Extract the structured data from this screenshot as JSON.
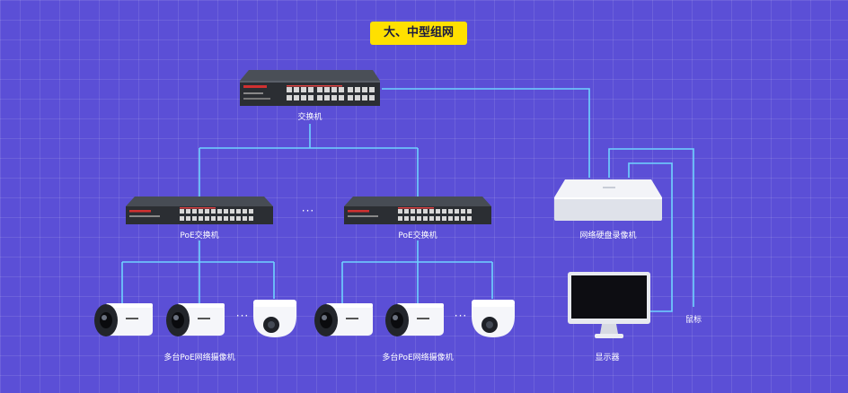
{
  "title": "大、中型组网",
  "core_switch": {
    "label": "交换机"
  },
  "poe_switches": [
    {
      "label": "PoE交换机"
    },
    {
      "label": "PoE交换机"
    }
  ],
  "nvr": {
    "label": "网络硬盘录像机"
  },
  "monitor": {
    "label": "显示器"
  },
  "mouse": {
    "label": "鼠标"
  },
  "camera_groups": [
    {
      "label": "多台PoE网络摄像机"
    },
    {
      "label": "多台PoE网络摄像机"
    }
  ],
  "ellipsis": "···",
  "colors": {
    "background": "#5b4fd6",
    "wire": "#6fd3ff",
    "title_bg": "#ffe000"
  }
}
